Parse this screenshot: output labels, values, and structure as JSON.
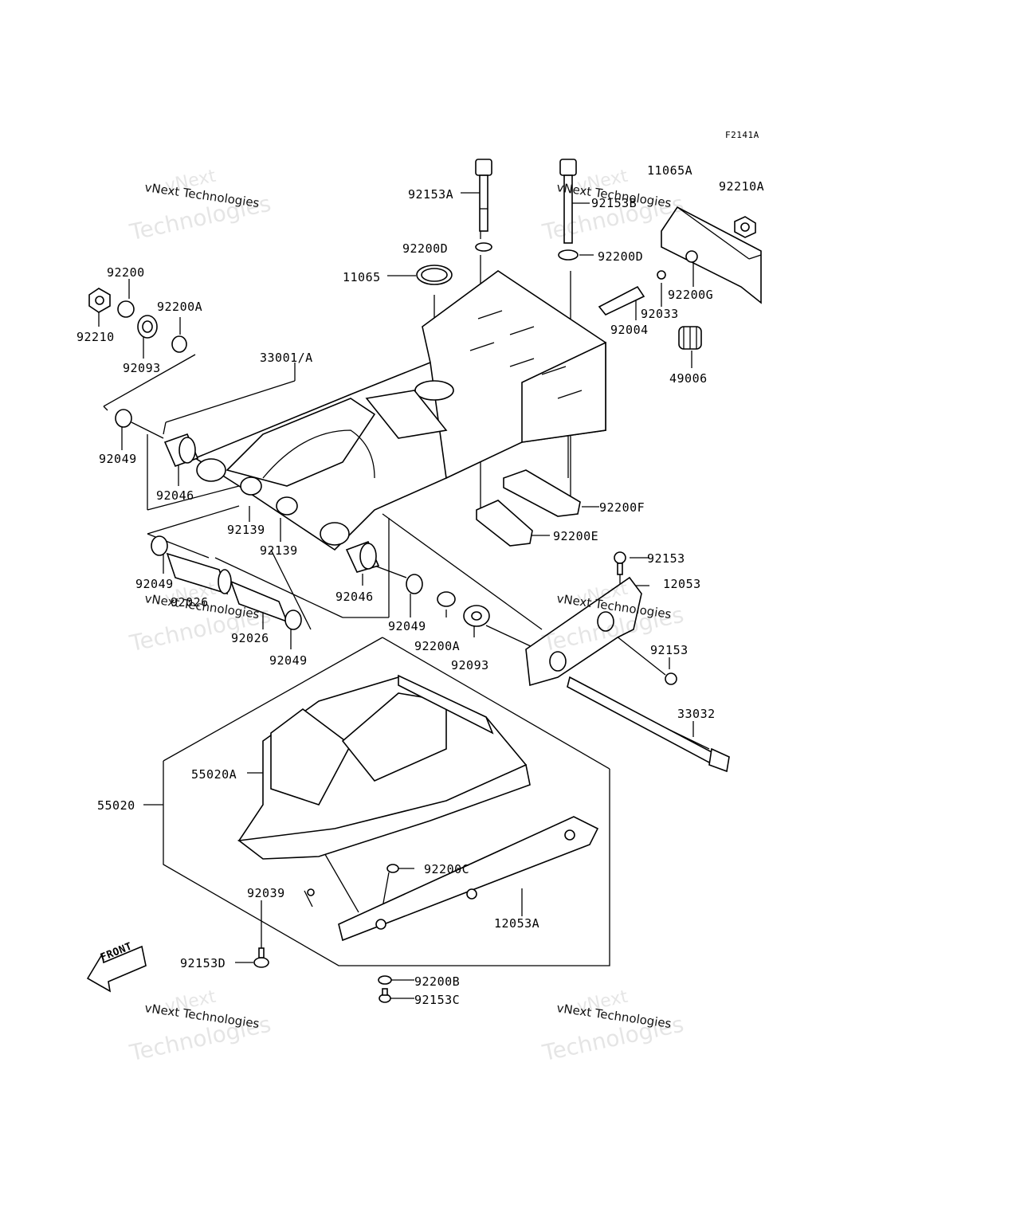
{
  "figure_code": "F2141A",
  "front_arrow_text": "FRONT",
  "watermark": {
    "line1": "vNext",
    "line2": "vNext Technologies",
    "line3": "Technologies"
  },
  "parts": [
    {
      "id": "p1",
      "text": "92153A"
    },
    {
      "id": "p2",
      "text": "92153B"
    },
    {
      "id": "p3",
      "text": "11065A"
    },
    {
      "id": "p4",
      "text": "92210A"
    },
    {
      "id": "p5",
      "text": "92200D"
    },
    {
      "id": "p6",
      "text": "92200D"
    },
    {
      "id": "p7",
      "text": "11065"
    },
    {
      "id": "p8",
      "text": "92200"
    },
    {
      "id": "p9",
      "text": "92200A"
    },
    {
      "id": "p10",
      "text": "92210"
    },
    {
      "id": "p11",
      "text": "92093"
    },
    {
      "id": "p12",
      "text": "92200G"
    },
    {
      "id": "p13",
      "text": "92033"
    },
    {
      "id": "p14",
      "text": "92004"
    },
    {
      "id": "p15",
      "text": "49006"
    },
    {
      "id": "p16",
      "text": "33001/A"
    },
    {
      "id": "p17",
      "text": "92049"
    },
    {
      "id": "p18",
      "text": "92046"
    },
    {
      "id": "p19",
      "text": "92139"
    },
    {
      "id": "p20",
      "text": "92139"
    },
    {
      "id": "p21",
      "text": "92200F"
    },
    {
      "id": "p22",
      "text": "92200E"
    },
    {
      "id": "p23",
      "text": "92153"
    },
    {
      "id": "p24",
      "text": "12053"
    },
    {
      "id": "p25",
      "text": "92049"
    },
    {
      "id": "p26",
      "text": "92026"
    },
    {
      "id": "p27",
      "text": "92046"
    },
    {
      "id": "p28",
      "text": "92026"
    },
    {
      "id": "p29",
      "text": "92049"
    },
    {
      "id": "p30",
      "text": "92200A"
    },
    {
      "id": "p31",
      "text": "92093"
    },
    {
      "id": "p32",
      "text": "92049"
    },
    {
      "id": "p33",
      "text": "92153"
    },
    {
      "id": "p34",
      "text": "33032"
    },
    {
      "id": "p35",
      "text": "55020A"
    },
    {
      "id": "p36",
      "text": "55020"
    },
    {
      "id": "p37",
      "text": "92200C"
    },
    {
      "id": "p38",
      "text": "92039"
    },
    {
      "id": "p39",
      "text": "12053A"
    },
    {
      "id": "p40",
      "text": "92153D"
    },
    {
      "id": "p41",
      "text": "92200B"
    },
    {
      "id": "p42",
      "text": "92153C"
    }
  ]
}
